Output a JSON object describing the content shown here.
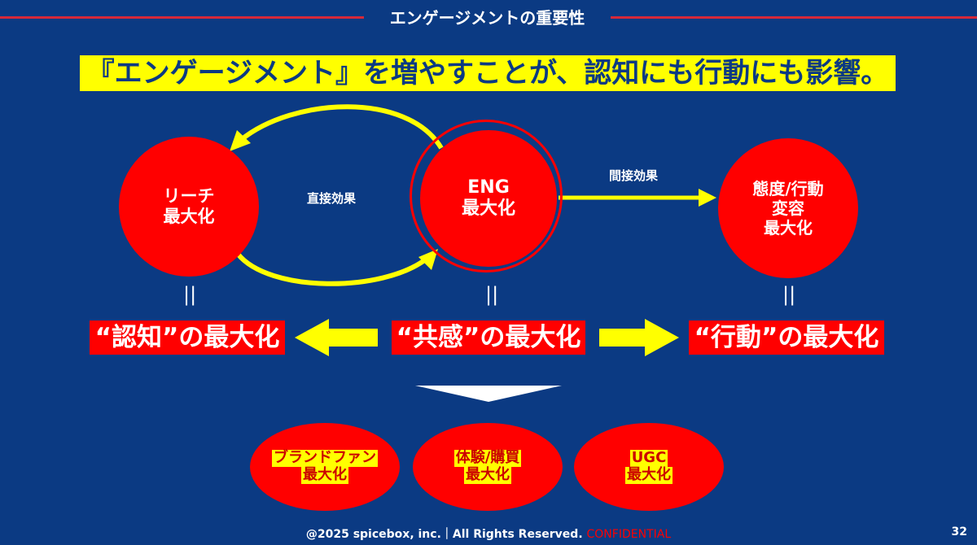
{
  "header": {
    "title": "エンゲージメントの重要性"
  },
  "headline": "『エンゲージメント』を増やすことが、認知にも行動にも影響。",
  "circles": {
    "reach": {
      "line1": "リーチ",
      "line2": "最大化"
    },
    "eng": {
      "line1": "ENG",
      "line2": "最大化"
    },
    "behavior": {
      "line1": "態度/行動",
      "line2": "変容",
      "line3": "最大化"
    }
  },
  "effects": {
    "direct": "直接効果",
    "indirect": "間接効果"
  },
  "equal_sign": "||",
  "maximize_labels": {
    "recognition": "“認知”の最大化",
    "empathy": "“共感”の最大化",
    "action": "“行動”の最大化"
  },
  "outcomes": [
    {
      "line1": "ブランドファン",
      "line2": "最大化"
    },
    {
      "line1": "体験/購買",
      "line2": "最大化"
    },
    {
      "line1": "UGC",
      "line2": "最大化"
    }
  ],
  "footer": {
    "copyright": "@2025 spicebox, inc.｜All Rights Reserved.",
    "confidential": "CONFIDENTIAL",
    "page_number": "32"
  },
  "colors": {
    "background": "#0b3a83",
    "accent_red": "#ff0000",
    "highlight_yellow": "#ffff00",
    "header_line": "#d62839"
  }
}
